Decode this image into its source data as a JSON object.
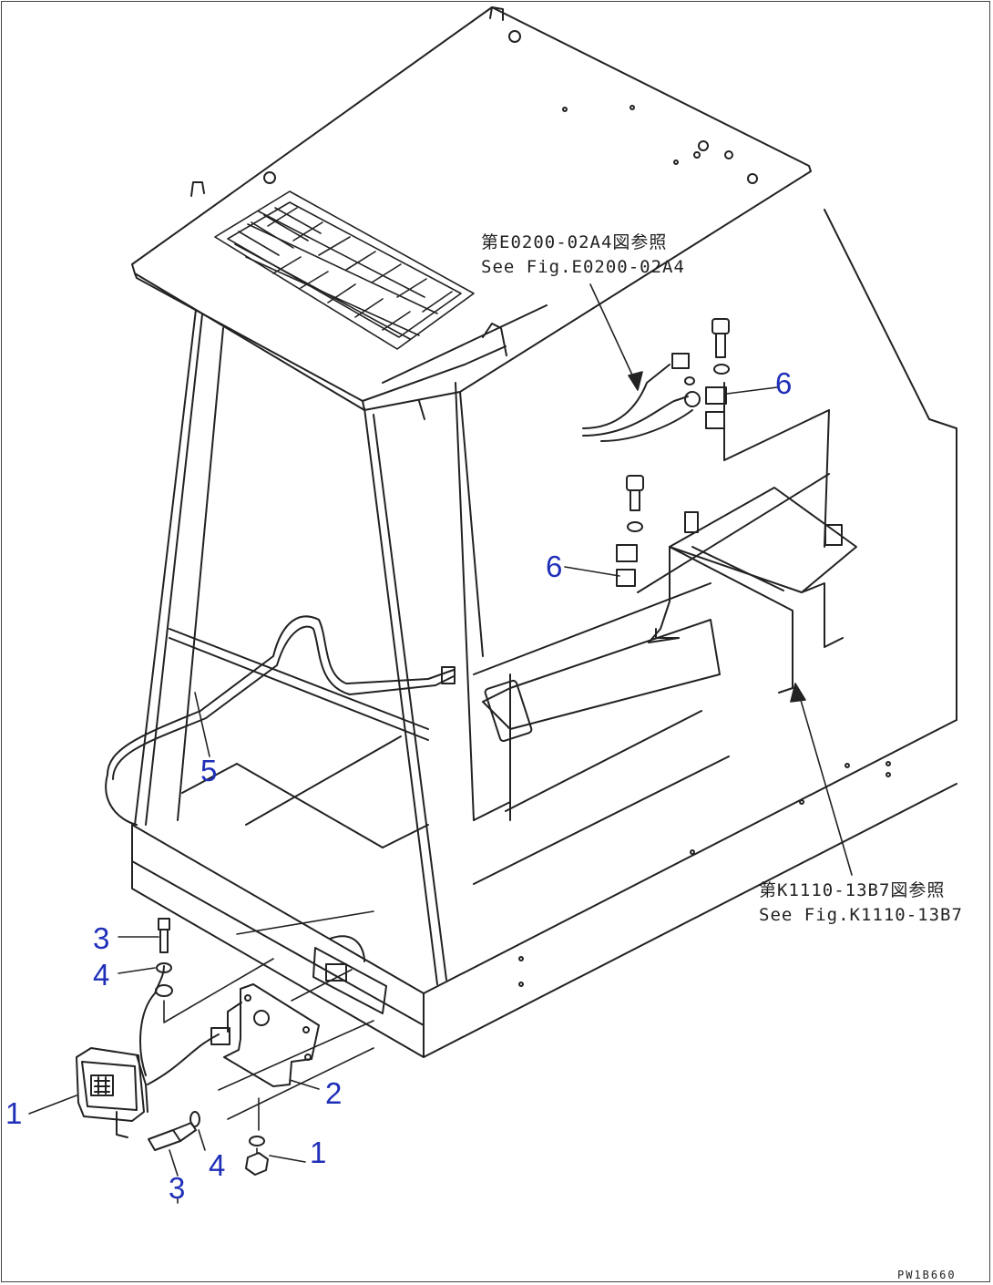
{
  "callouts": [
    {
      "id": "c1a",
      "label": "1"
    },
    {
      "id": "c1b",
      "label": "1"
    },
    {
      "id": "c2",
      "label": "2"
    },
    {
      "id": "c3a",
      "label": "3"
    },
    {
      "id": "c3b",
      "label": "3"
    },
    {
      "id": "c4a",
      "label": "4"
    },
    {
      "id": "c4b",
      "label": "4"
    },
    {
      "id": "c5",
      "label": "5"
    },
    {
      "id": "c6a",
      "label": "6"
    },
    {
      "id": "c6b",
      "label": "6"
    }
  ],
  "references": {
    "top": {
      "jp": "第E0200-02A4図参照",
      "en": "See Fig.E0200-02A4"
    },
    "bottom": {
      "jp": "第K1110-13B7図参照",
      "en": "See Fig.K1110-13B7"
    }
  },
  "drawing_code": "PW1B660",
  "colors": {
    "callout": "#1f2fb8",
    "line": "#222222"
  }
}
